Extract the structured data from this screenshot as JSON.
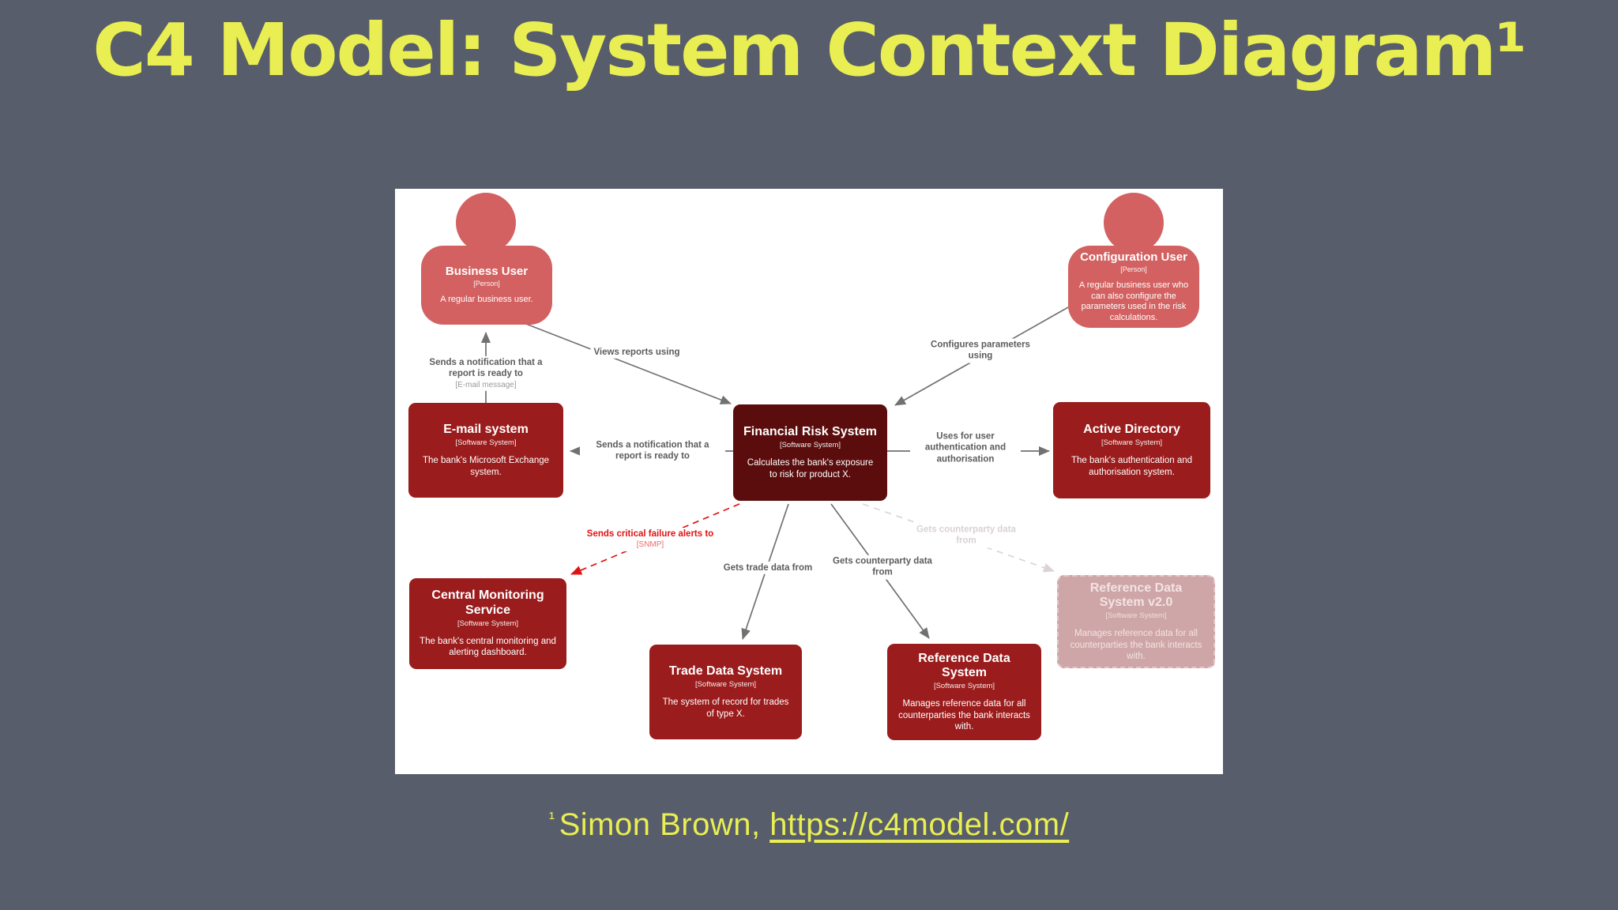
{
  "title": "C4 Model: System Context Diagram¹",
  "footnote": {
    "marker": "¹",
    "text": "Simon Brown, ",
    "link": "https://c4model.com/"
  },
  "colors": {
    "background": "#575d6b",
    "title_accent": "#e9ee52",
    "person": "#d36161",
    "system": "#9b1c1c",
    "focus_system": "#5b0d0d",
    "future_system": "#cfa6a8",
    "arrow": "#717171",
    "alert_arrow": "#e21212"
  },
  "nodes": {
    "business_user": {
      "name": "Business User",
      "type": "[Person]",
      "desc": "A regular business user."
    },
    "configuration_user": {
      "name": "Configuration User",
      "type": "[Person]",
      "desc": "A regular business user who can also configure the parameters used in the risk calculations."
    },
    "email": {
      "name": "E-mail system",
      "type": "[Software System]",
      "desc": "The bank's Microsoft Exchange system."
    },
    "frs": {
      "name": "Financial Risk System",
      "type": "[Software System]",
      "desc": "Calculates the bank's exposure to risk for product X."
    },
    "active_directory": {
      "name": "Active Directory",
      "type": "[Software System]",
      "desc": "The bank's authentication and authorisation system."
    },
    "cms": {
      "name": "Central Monitoring Service",
      "type": "[Software System]",
      "desc": "The bank's central monitoring and alerting dashboard."
    },
    "trade": {
      "name": "Trade Data System",
      "type": "[Software System]",
      "desc": "The system of record for trades of type X."
    },
    "refdata": {
      "name": "Reference Data System",
      "type": "[Software System]",
      "desc": "Manages reference data for all counterparties the bank interacts with."
    },
    "refdata_v2": {
      "name": "Reference Data System v2.0",
      "type": "[Software System]",
      "desc": "Manages reference data for all counterparties the bank interacts with."
    }
  },
  "edges": {
    "views_reports": {
      "label": "Views reports using"
    },
    "configures_parameters": {
      "label": "Configures parameters using"
    },
    "report_ready_email": {
      "label": "Sends a notification that a report is ready to",
      "meta": "[E-mail message]"
    },
    "report_ready": {
      "label": "Sends a notification that a report is ready to"
    },
    "auth": {
      "label": "Uses for user authentication and authorisation"
    },
    "snmp_alerts": {
      "label": "Sends critical failure alerts to",
      "meta": "[SNMP]"
    },
    "trade_data": {
      "label": "Gets trade data from"
    },
    "counterparty_data": {
      "label": "Gets counterparty data from"
    },
    "counterparty_data_v2": {
      "label": "Gets counterparty data from"
    }
  }
}
